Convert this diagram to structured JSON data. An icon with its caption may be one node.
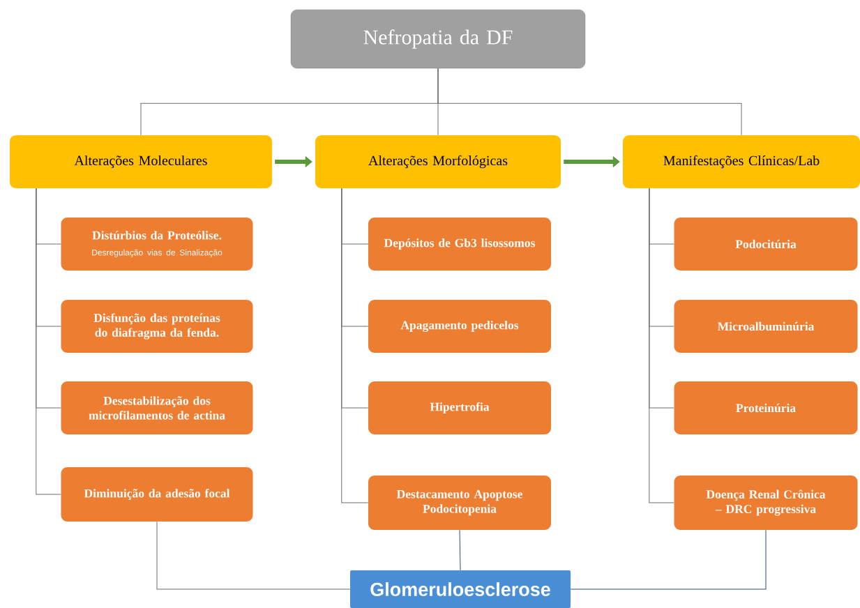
{
  "diagram": {
    "nodes": [
      {
        "text": [
          "Nefropatia da DF"
        ]
      },
      {
        "text": [
          "Alterações Moleculares"
        ]
      },
      {
        "text": [
          "Alterações Morfológicas"
        ]
      },
      {
        "text": [
          "Manifestações Clínicas/Lab"
        ]
      },
      {
        "text": [
          "Distúrbios da Proteólise.",
          "Desregulação vias de Sinalização"
        ]
      },
      {
        "text": [
          "Disfunção das proteínas do diafragma da fenda."
        ]
      },
      {
        "text": [
          "Desestabilização dos microfilamentos de actina"
        ]
      },
      {
        "text": [
          "Diminuição da adesão focal"
        ]
      },
      {
        "text": [
          "Depósitos de Gb3 lisossomos"
        ]
      },
      {
        "text": [
          "Apagamento pedicelos"
        ]
      },
      {
        "text": [
          "Hipertrofia"
        ]
      },
      {
        "text": [
          "Destacamento Apoptose Podocitopenia"
        ]
      },
      {
        "text": [
          "Podocitúria"
        ]
      },
      {
        "text": [
          "Microalbuminúria"
        ]
      },
      {
        "text": [
          "Proteinúria"
        ]
      },
      {
        "text": [
          "Doença Renal Crônica – DRC progressiva"
        ]
      },
      {
        "text": [
          "Glomeruloesclerose"
        ]
      }
    ],
    "edges": [
      {
        "from": 0,
        "to": 1,
        "arrow": "none"
      },
      {
        "from": 0,
        "to": 2,
        "arrow": "none"
      },
      {
        "from": 0,
        "to": 3,
        "arrow": "none"
      },
      {
        "from": 1,
        "to": 2,
        "arrow": "to",
        "style": "thick",
        "color": "#5b9a3c"
      },
      {
        "from": 2,
        "to": 3,
        "arrow": "to",
        "style": "thick",
        "color": "#5b9a3c"
      },
      {
        "from": 1,
        "to": 4,
        "arrow": "none"
      },
      {
        "from": 1,
        "to": 5,
        "arrow": "none"
      },
      {
        "from": 1,
        "to": 6,
        "arrow": "none"
      },
      {
        "from": 1,
        "to": 7,
        "arrow": "none"
      },
      {
        "from": 2,
        "to": 8,
        "arrow": "none"
      },
      {
        "from": 2,
        "to": 9,
        "arrow": "none"
      },
      {
        "from": 2,
        "to": 10,
        "arrow": "none"
      },
      {
        "from": 2,
        "to": 11,
        "arrow": "none"
      },
      {
        "from": 3,
        "to": 12,
        "arrow": "none"
      },
      {
        "from": 3,
        "to": 13,
        "arrow": "none"
      },
      {
        "from": 3,
        "to": 14,
        "arrow": "none"
      },
      {
        "from": 3,
        "to": 15,
        "arrow": "none"
      },
      {
        "from": 7,
        "to": 16,
        "arrow": "none"
      },
      {
        "from": 11,
        "to": 16,
        "arrow": "none",
        "color": "#2c4a8c"
      },
      {
        "from": 15,
        "to": 16,
        "arrow": "none",
        "color": "#2c4a8c"
      }
    ]
  }
}
